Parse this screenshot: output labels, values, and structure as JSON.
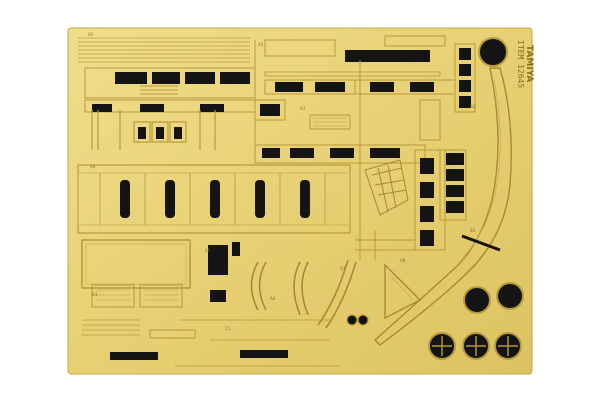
{
  "photo": {
    "subject": "photo-etched brass detail parts fret",
    "colors": {
      "background": "#ffffff",
      "sheet": "#e9d47a",
      "sheet_shade": "#d8bf5c",
      "cutout": "#141414",
      "etch_line": "#b89a3a"
    }
  },
  "sheet_text": {
    "vertical_code": "ITEM 12645",
    "vertical_brand": "TAMIYA",
    "part_numbers": [
      "A1",
      "A2",
      "A3",
      "A4",
      "A5",
      "A6",
      "A7",
      "A8",
      "B1",
      "B2",
      "B3",
      "C1"
    ]
  }
}
